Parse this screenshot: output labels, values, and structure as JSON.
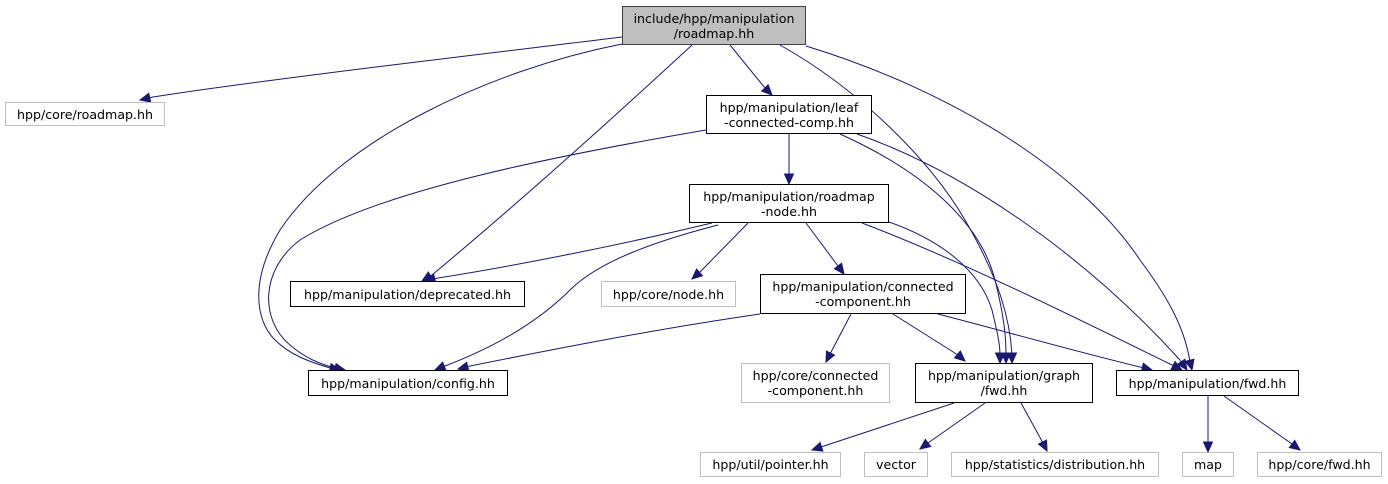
{
  "diagram": {
    "title": "include/hpp/manipulation/roadmap.hh include dependency graph",
    "colors": {
      "edge": "#191970",
      "main_fill": "#bfbfbf",
      "main_border": "#404040",
      "local_border": "#000000",
      "external_border": "#bfbfbf"
    },
    "nodes": [
      {
        "id": "roadmap",
        "label": "include/hpp/manipulation\n/roadmap.hh",
        "kind": "main"
      },
      {
        "id": "core_roadmap",
        "label": "hpp/core/roadmap.hh",
        "kind": "external"
      },
      {
        "id": "leaf",
        "label": "hpp/manipulation/leaf\n-connected-comp.hh",
        "kind": "local"
      },
      {
        "id": "rnode",
        "label": "hpp/manipulation/roadmap\n-node.hh",
        "kind": "local"
      },
      {
        "id": "deprecated",
        "label": "hpp/manipulation/deprecated.hh",
        "kind": "local"
      },
      {
        "id": "core_node",
        "label": "hpp/core/node.hh",
        "kind": "external"
      },
      {
        "id": "cc",
        "label": "hpp/manipulation/connected\n-component.hh",
        "kind": "local"
      },
      {
        "id": "config",
        "label": "hpp/manipulation/config.hh",
        "kind": "local"
      },
      {
        "id": "core_cc",
        "label": "hpp/core/connected\n-component.hh",
        "kind": "external"
      },
      {
        "id": "graph_fwd",
        "label": "hpp/manipulation/graph\n/fwd.hh",
        "kind": "local"
      },
      {
        "id": "fwd",
        "label": "hpp/manipulation/fwd.hh",
        "kind": "local"
      },
      {
        "id": "pointer",
        "label": "hpp/util/pointer.hh",
        "kind": "external"
      },
      {
        "id": "vector",
        "label": "vector",
        "kind": "external"
      },
      {
        "id": "distribution",
        "label": "hpp/statistics/distribution.hh",
        "kind": "external"
      },
      {
        "id": "map",
        "label": "map",
        "kind": "external"
      },
      {
        "id": "core_fwd",
        "label": "hpp/core/fwd.hh",
        "kind": "external"
      }
    ],
    "edges": [
      {
        "from": "roadmap",
        "to": "core_roadmap"
      },
      {
        "from": "roadmap",
        "to": "leaf"
      },
      {
        "from": "roadmap",
        "to": "deprecated"
      },
      {
        "from": "roadmap",
        "to": "config"
      },
      {
        "from": "roadmap",
        "to": "graph_fwd"
      },
      {
        "from": "roadmap",
        "to": "fwd"
      },
      {
        "from": "leaf",
        "to": "rnode"
      },
      {
        "from": "leaf",
        "to": "config"
      },
      {
        "from": "leaf",
        "to": "graph_fwd"
      },
      {
        "from": "leaf",
        "to": "fwd"
      },
      {
        "from": "rnode",
        "to": "deprecated"
      },
      {
        "from": "rnode",
        "to": "core_node"
      },
      {
        "from": "rnode",
        "to": "cc"
      },
      {
        "from": "rnode",
        "to": "config"
      },
      {
        "from": "rnode",
        "to": "graph_fwd"
      },
      {
        "from": "rnode",
        "to": "fwd"
      },
      {
        "from": "cc",
        "to": "config"
      },
      {
        "from": "cc",
        "to": "core_cc"
      },
      {
        "from": "cc",
        "to": "graph_fwd"
      },
      {
        "from": "cc",
        "to": "fwd"
      },
      {
        "from": "graph_fwd",
        "to": "pointer"
      },
      {
        "from": "graph_fwd",
        "to": "vector"
      },
      {
        "from": "graph_fwd",
        "to": "distribution"
      },
      {
        "from": "fwd",
        "to": "map"
      },
      {
        "from": "fwd",
        "to": "core_fwd"
      }
    ]
  }
}
